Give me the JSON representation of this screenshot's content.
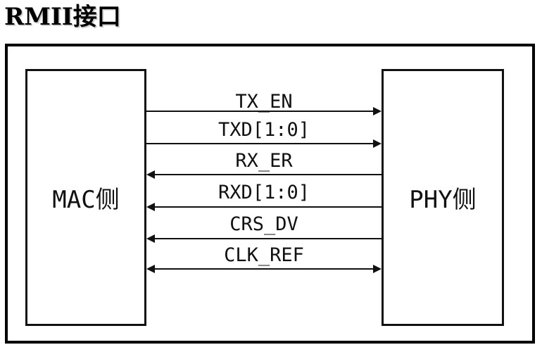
{
  "title": "RMII接口",
  "mac_label": "MAC侧",
  "phy_label": "PHY侧",
  "signals": [
    {
      "label": "TX_EN",
      "direction": "mac-to-phy"
    },
    {
      "label": "TXD[1:0]",
      "direction": "mac-to-phy"
    },
    {
      "label": "RX_ER",
      "direction": "phy-to-mac"
    },
    {
      "label": "RXD[1:0]",
      "direction": "phy-to-mac"
    },
    {
      "label": "CRS_DV",
      "direction": "phy-to-mac"
    },
    {
      "label": "CLK_REF",
      "direction": "bidirectional"
    }
  ]
}
